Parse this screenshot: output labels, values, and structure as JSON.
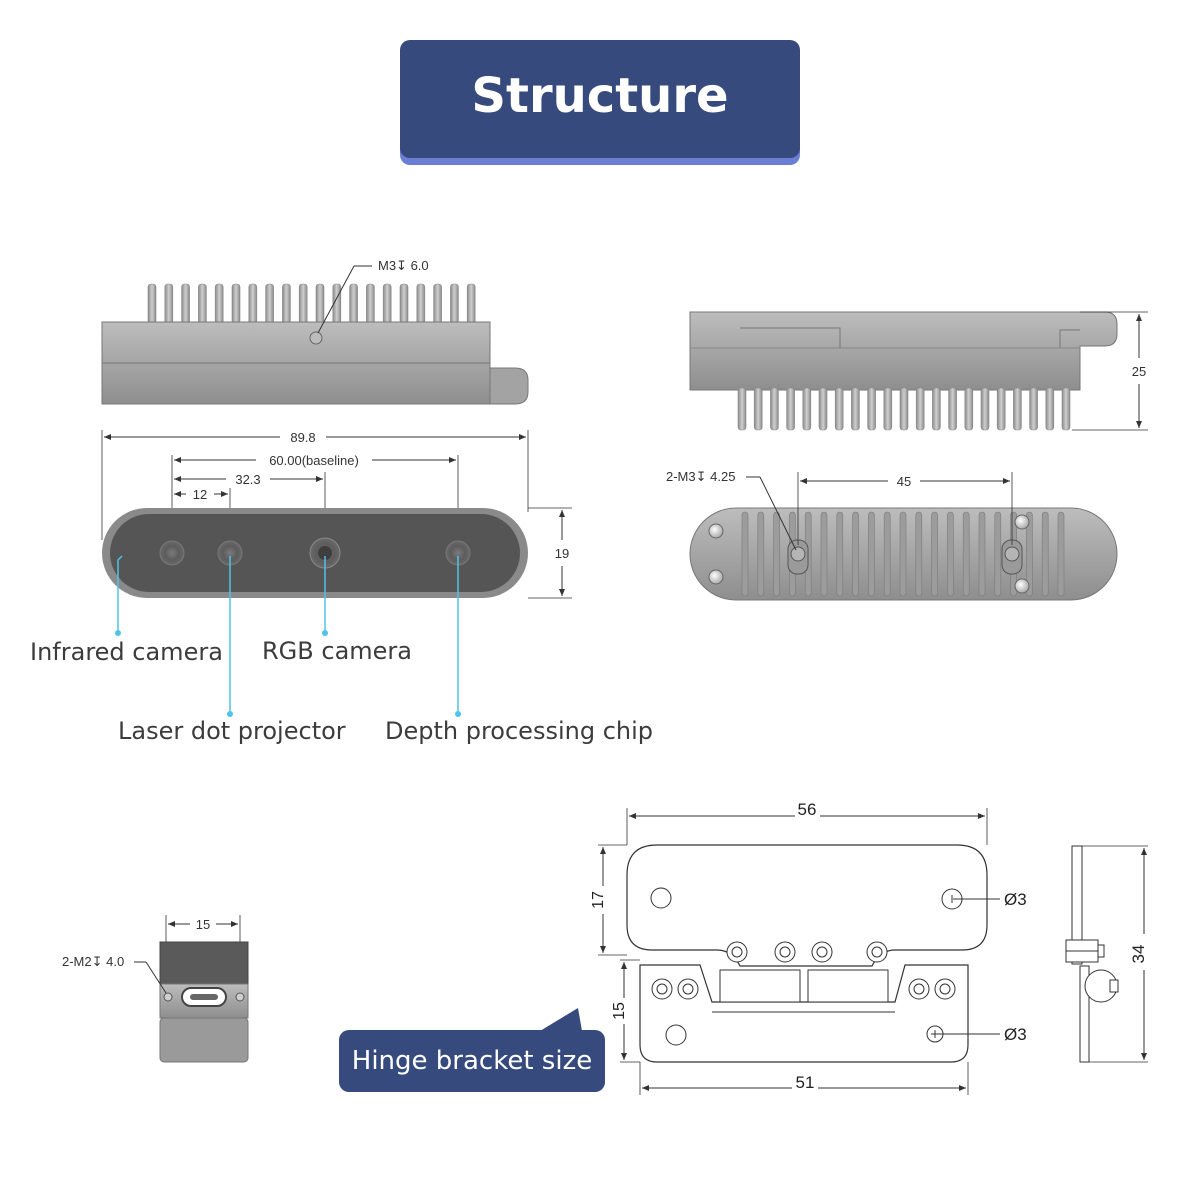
{
  "title": "Structure",
  "callouts": {
    "infrared": "Infrared camera",
    "rgb": "RGB camera",
    "laser": "Laser dot projector",
    "chip": "Depth processing chip"
  },
  "hinge_label": "Hinge bracket size",
  "dims": {
    "top_hole": "M3↧ 6.0",
    "overall_width": "89.8",
    "baseline": "60.00(baseline)",
    "rgb_offset": "32.3",
    "laser_offset": "12",
    "front_height": "19",
    "back_height": "25",
    "back_hole": "2-M3↧ 4.25",
    "back_spacing": "45",
    "side_width": "15",
    "side_hole": "2-M2↧ 4.0",
    "bracket_width": "56",
    "bracket_upper_h": "17",
    "bracket_lower_h": "15",
    "bracket_lower_w": "51",
    "hole_dia_1": "Ø3",
    "hole_dia_2": "Ø3",
    "bracket_total_h": "34"
  },
  "colors": {
    "accent": "#364a7e",
    "accent_shadow": "#6a7fd4",
    "callout_line": "#4fc3e8",
    "body_gray": "#a9a9a9",
    "face_dark": "#555555"
  }
}
